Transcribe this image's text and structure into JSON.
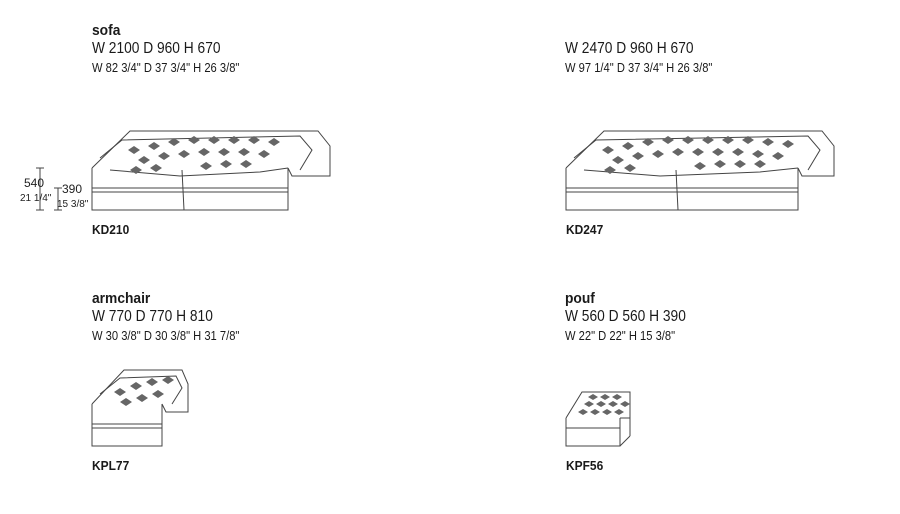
{
  "products": [
    {
      "name": "sofa",
      "dims_mm": "W 2100 D 960 H 670",
      "dims_in": "W 82 3/4\" D 37 3/4\" H 26 3/8\"",
      "code": "KD210"
    },
    {
      "name": "",
      "dims_mm": "W 2470 D 960 H 670",
      "dims_in": "W 97 1/4\" D 37 3/4\" H 26 3/8\"",
      "code": "KD247"
    },
    {
      "name": "armchair",
      "dims_mm": "W 770 D 770 H 810",
      "dims_in": "W 30 3/8\" D 30 3/8\" H 31 7/8\"",
      "code": "KPL77"
    },
    {
      "name": "pouf",
      "dims_mm": "W 560 D 560 H 390",
      "dims_in": "W 22\" D 22\" H 15 3/8\"",
      "code": "KPF56"
    }
  ],
  "measurements": {
    "height_mm": "540",
    "height_in": "21 1/4\"",
    "seat_mm": "390",
    "seat_in": "15 3/8\""
  }
}
